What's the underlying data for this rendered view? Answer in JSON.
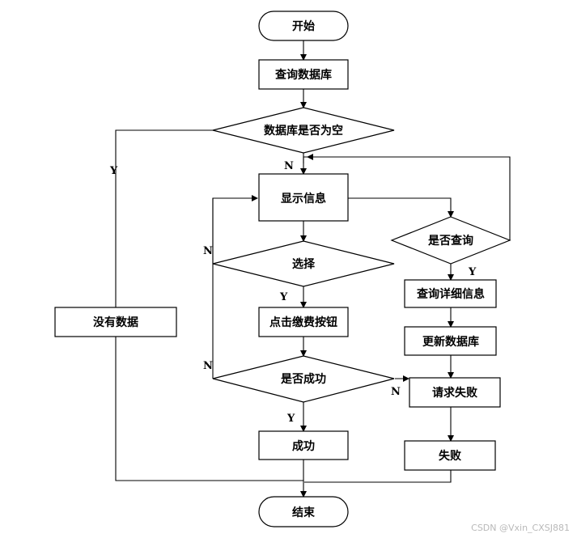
{
  "nodes": {
    "start": "开始",
    "query_db": "查询数据库",
    "db_empty": "数据库是否为空",
    "show_info": "显示信息",
    "is_query": "是否查询",
    "select": "选择",
    "query_detail": "查询详细信息",
    "click_pay": "点击缴费按钮",
    "update_db": "更新数据库",
    "no_data": "没有数据",
    "is_success": "是否成功",
    "request_fail": "请求失败",
    "success": "成功",
    "fail": "失败",
    "end": "结束"
  },
  "branch_labels": {
    "db_empty_yes": "Y",
    "db_empty_no": "N",
    "select_no": "N",
    "select_yes": "Y",
    "is_query_yes": "Y",
    "is_success_no_left": "N",
    "is_success_yes": "Y",
    "is_success_no_right": "N"
  },
  "watermark": "CSDN @Vxin_CXSJ881"
}
